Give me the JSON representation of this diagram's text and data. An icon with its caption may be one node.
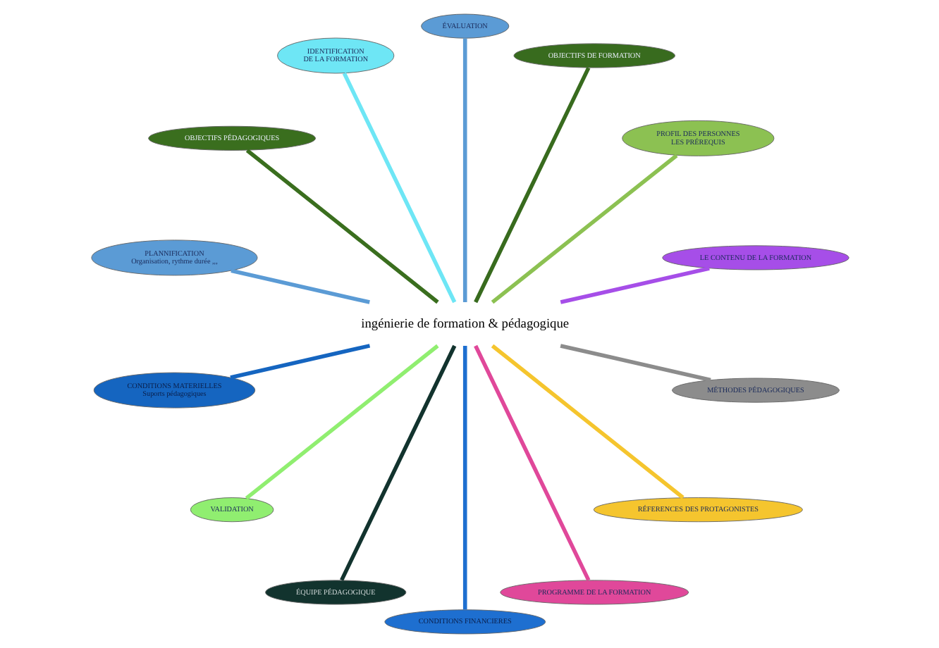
{
  "diagram": {
    "nodes": [
      {
        "text": [
          "ingénierie de formation & pédagogique"
        ]
      },
      {
        "text": [
          "LE CONTENU DE LA FORMATION"
        ]
      },
      {
        "text": [
          "PROFIL DES PERSONNES",
          "LES PRÉREQUIS"
        ]
      },
      {
        "text": [
          "OBJECTIFS DE FORMATION"
        ]
      },
      {
        "text": [
          "ÉVALUATION"
        ]
      },
      {
        "text": [
          "IDENTIFICATION",
          "DE LA FORMATION"
        ]
      },
      {
        "text": [
          "OBJECTIFS PÉDAGOGIQUES"
        ]
      },
      {
        "text": [
          "PLANNIFICATION",
          "Organisation, rythme durée ,,,"
        ]
      },
      {
        "text": [
          "CONDITIONS MATERIELLES",
          "Suports pédagogiques"
        ]
      },
      {
        "text": [
          "VALIDATION"
        ]
      },
      {
        "text": [
          "ÉQUIPE PÉDAGOGIQUE"
        ]
      },
      {
        "text": [
          "CONDITIONS FINANCIERES"
        ]
      },
      {
        "text": [
          "PROGRAMME DE LA FORMATION"
        ]
      },
      {
        "text": [
          "RÉFERENCES DES PROTAGONISTES"
        ]
      },
      {
        "text": [
          "MÉTHODES PÉDAGOGIQUES"
        ]
      }
    ],
    "edges": [
      {
        "from": 1,
        "to": 0,
        "arrow": "none",
        "color": "#a64ee8"
      },
      {
        "from": 2,
        "to": 0,
        "arrow": "none",
        "color": "#8cc152"
      },
      {
        "from": 3,
        "to": 0,
        "arrow": "none",
        "color": "#386b1e"
      },
      {
        "from": 4,
        "to": 0,
        "arrow": "none",
        "color": "#5b9bd5"
      },
      {
        "from": 5,
        "to": 0,
        "arrow": "none",
        "color": "#6ee6f5"
      },
      {
        "from": 6,
        "to": 0,
        "arrow": "none",
        "color": "#3a6e1e"
      },
      {
        "from": 7,
        "to": 0,
        "arrow": "none",
        "color": "#5b9bd5"
      },
      {
        "from": 8,
        "to": 0,
        "arrow": "none",
        "color": "#1565c0"
      },
      {
        "from": 9,
        "to": 0,
        "arrow": "none",
        "color": "#90ee70"
      },
      {
        "from": 10,
        "to": 0,
        "arrow": "none",
        "color": "#12332e"
      },
      {
        "from": 11,
        "to": 0,
        "arrow": "none",
        "color": "#1e6fd0"
      },
      {
        "from": 12,
        "to": 0,
        "arrow": "none",
        "color": "#e0489a"
      },
      {
        "from": 13,
        "to": 0,
        "arrow": "none",
        "color": "#f5c52e"
      },
      {
        "from": 14,
        "to": 0,
        "arrow": "none",
        "color": "#8c8c8c"
      }
    ]
  }
}
